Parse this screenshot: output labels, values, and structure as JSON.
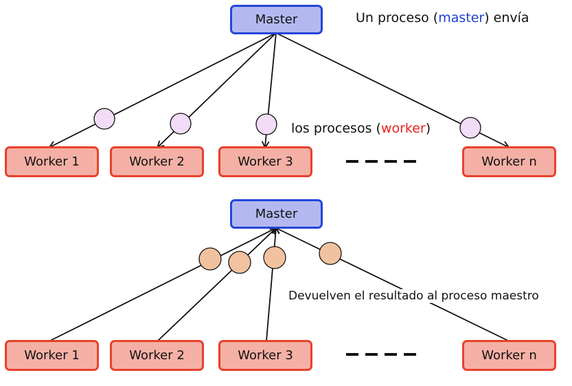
{
  "colors": {
    "master_fill": "#b3b9f0",
    "master_border": "#2346d8",
    "worker_fill": "#f5b0a6",
    "worker_border": "#e8412c",
    "message_out": "#f2dcf7",
    "message_back": "#f2c2a0",
    "accent_blue": "#1f3fd6",
    "accent_red": "#e8221b"
  },
  "top": {
    "master": "Master",
    "workers": [
      "Worker 1",
      "Worker 2",
      "Worker 3",
      "Worker n"
    ],
    "ellipsis": "- - - -",
    "caption1": {
      "pre": "Un proceso (",
      "highlight": "master",
      "post": ") envía"
    },
    "caption2": {
      "pre": "los procesos (",
      "highlight": "worker",
      "post": ")"
    }
  },
  "bottom": {
    "master": "Master",
    "workers": [
      "Worker 1",
      "Worker 2",
      "Worker 3",
      "Worker n"
    ],
    "ellipsis": "- - - -",
    "caption": "Devuelven el resultado al proceso maestro"
  }
}
